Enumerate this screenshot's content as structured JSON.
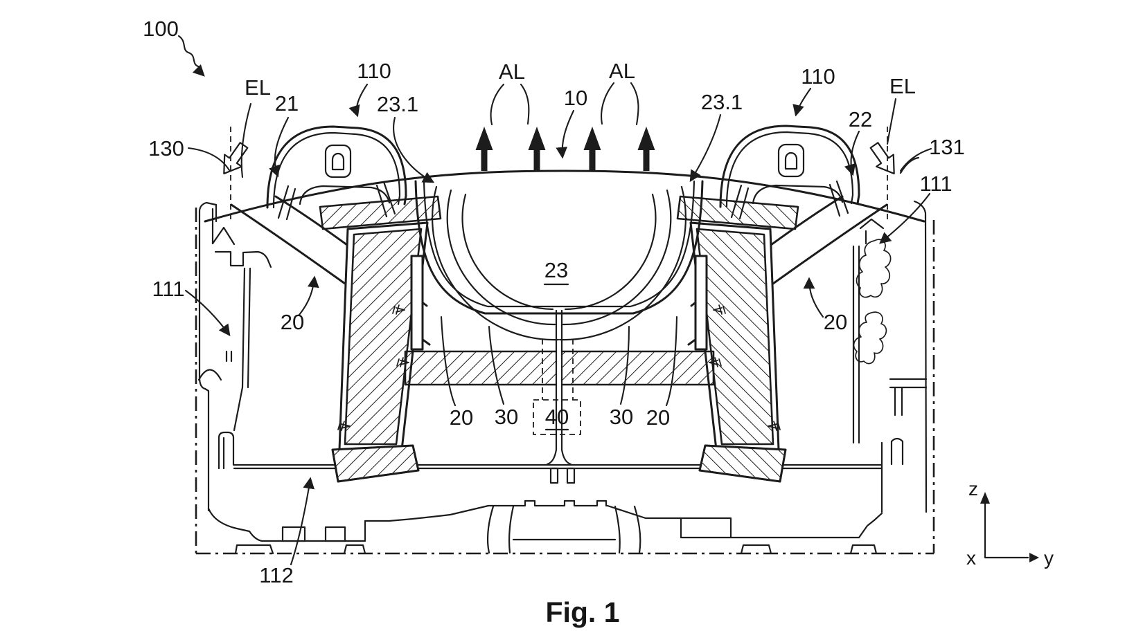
{
  "figure": {
    "caption": "Fig. 1",
    "type": "patent-cross-section-drawing"
  },
  "colors": {
    "ink": "#1c1c1c",
    "background": "#ffffff"
  },
  "coordinate_axes": {
    "up": "z",
    "origin": "x",
    "right": "y"
  },
  "labels": {
    "n100": "100",
    "el_left": "EL",
    "n21": "21",
    "n110_left": "110",
    "n23_1_left": "23.1",
    "al_left": "AL",
    "n10": "10",
    "al_right": "AL",
    "n23_1_right": "23.1",
    "n110_right": "110",
    "n22": "22",
    "el_right": "EL",
    "n130": "130",
    "n131": "131",
    "n111_left": "111",
    "n111_right": "111",
    "n20_mid_left": "20",
    "n20_mid_right": "20",
    "n23": "23",
    "n20_bottom_left": "20",
    "n30_bottom_left": "30",
    "n40": "40",
    "n30_bottom_right": "30",
    "n20_bottom_right": "20",
    "n112": "112"
  }
}
